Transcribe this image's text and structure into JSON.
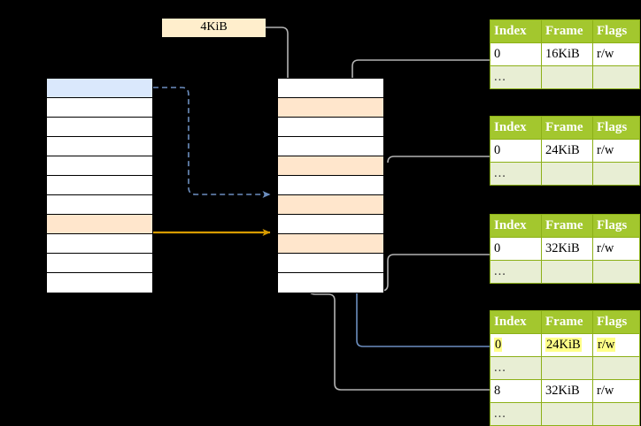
{
  "diagram": {
    "title": "multi-level-page-table-walk",
    "colors": {
      "background": "#000000",
      "cell_border": "#000000",
      "cell_fill": "#ffffff",
      "highlight_blue": "#dae8fc",
      "highlight_peach": "#ffe6cc",
      "chip_fill": "#ffeecc",
      "table_header": "#a3c72e",
      "table_border": "#8cb017",
      "table_alt_row": "#e8eed4",
      "text_highlight": "#ffff88",
      "wire_gray": "#b3b3b3",
      "wire_blue": "#6c8ebf",
      "wire_orange": "#d79b00"
    }
  },
  "chip": {
    "label": "4KiB"
  },
  "left_stack": {
    "name": "virtual-address-stack",
    "cells": [
      {
        "label": "",
        "fill": "blue"
      },
      {
        "label": "",
        "fill": "plain"
      },
      {
        "label": "",
        "fill": "plain"
      },
      {
        "label": "",
        "fill": "plain"
      },
      {
        "label": "",
        "fill": "plain"
      },
      {
        "label": "",
        "fill": "plain"
      },
      {
        "label": "",
        "fill": "plain"
      },
      {
        "label": "",
        "fill": "peach"
      },
      {
        "label": "",
        "fill": "plain"
      },
      {
        "label": "",
        "fill": "plain"
      },
      {
        "label": "",
        "fill": "plain"
      }
    ]
  },
  "middle_stack": {
    "name": "physical-frame-stack",
    "cells": [
      {
        "label": "",
        "fill": "plain"
      },
      {
        "label": "",
        "fill": "peach"
      },
      {
        "label": "",
        "fill": "plain"
      },
      {
        "label": "",
        "fill": "plain"
      },
      {
        "label": "",
        "fill": "peach"
      },
      {
        "label": "",
        "fill": "plain"
      },
      {
        "label": "",
        "fill": "peach"
      },
      {
        "label": "",
        "fill": "plain"
      },
      {
        "label": "",
        "fill": "peach"
      },
      {
        "label": "",
        "fill": "plain"
      },
      {
        "label": "",
        "fill": "plain"
      }
    ]
  },
  "tables": {
    "headers": [
      "Index",
      "Frame",
      "Flags"
    ],
    "list": [
      {
        "name": "page-table-level-1",
        "rows": [
          {
            "type": "data",
            "index": "0",
            "frame": "16KiB",
            "flags": "r/w",
            "highlight": false
          },
          {
            "type": "ellipsis",
            "index": "...",
            "frame": "",
            "flags": "",
            "highlight": false
          }
        ]
      },
      {
        "name": "page-table-level-2",
        "rows": [
          {
            "type": "data",
            "index": "0",
            "frame": "24KiB",
            "flags": "r/w",
            "highlight": false
          },
          {
            "type": "ellipsis",
            "index": "...",
            "frame": "",
            "flags": "",
            "highlight": false
          }
        ]
      },
      {
        "name": "page-table-level-3",
        "rows": [
          {
            "type": "data",
            "index": "0",
            "frame": "32KiB",
            "flags": "r/w",
            "highlight": false
          },
          {
            "type": "ellipsis",
            "index": "...",
            "frame": "",
            "flags": "",
            "highlight": false
          }
        ]
      },
      {
        "name": "page-table-level-4",
        "rows": [
          {
            "type": "data",
            "index": "0",
            "frame": "24KiB",
            "flags": "r/w",
            "highlight": true
          },
          {
            "type": "ellipsis",
            "index": "...",
            "frame": "",
            "flags": "",
            "highlight": false
          },
          {
            "type": "data",
            "index": "8",
            "frame": "32KiB",
            "flags": "r/w",
            "highlight": false
          },
          {
            "type": "ellipsis",
            "index": "...",
            "frame": "",
            "flags": "",
            "highlight": false
          }
        ]
      }
    ]
  }
}
